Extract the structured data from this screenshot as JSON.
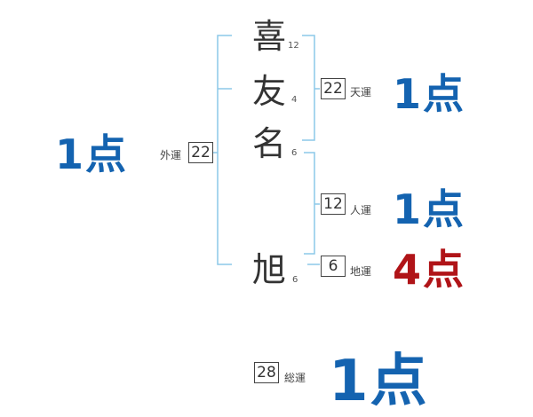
{
  "name_chars": [
    {
      "char": "喜",
      "strokes": "12"
    },
    {
      "char": "友",
      "strokes": "4"
    },
    {
      "char": "名",
      "strokes": "6"
    },
    {
      "char": "旭",
      "strokes": "6"
    }
  ],
  "fortunes": {
    "gaiun": {
      "value": "22",
      "label": "外運",
      "score": "1点"
    },
    "tenun": {
      "value": "22",
      "label": "天運",
      "score": "1点"
    },
    "jinun": {
      "value": "12",
      "label": "人運",
      "score": "1点"
    },
    "chiun": {
      "value": "6",
      "label": "地運",
      "score": "4点"
    },
    "souun": {
      "value": "28",
      "label": "総運",
      "score": "1点"
    }
  },
  "colors": {
    "score_blue": "#1463b0",
    "score_red": "#b01418",
    "bracket": "#8cc8e8"
  }
}
